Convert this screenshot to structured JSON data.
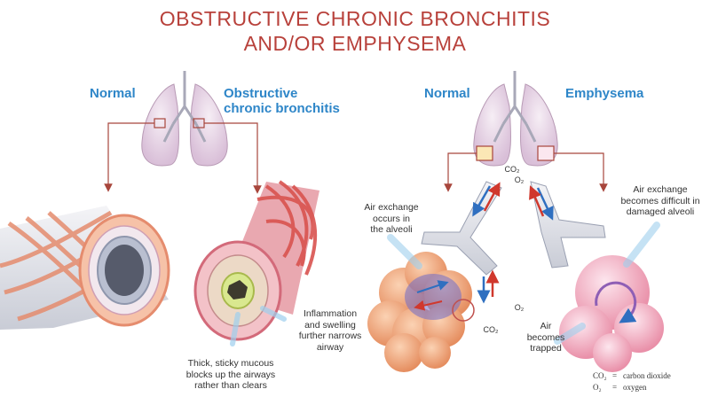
{
  "title": {
    "line1": "OBSTRUCTIVE CHRONIC BRONCHITIS",
    "line2": "AND/OR EMPHYSEMA"
  },
  "left_panel": {
    "normal_label": "Normal",
    "obstructive_label_line1": "Obstructive",
    "obstructive_label_line2": "chronic bronchitis",
    "mucous_note": [
      "Thick, sticky mucous",
      "blocks up the airways",
      "rather than clears"
    ],
    "inflammation_note": [
      "Inflammation",
      "and swelling",
      "further narrows",
      "airway"
    ]
  },
  "right_panel": {
    "normal_label": "Normal",
    "emphysema_label": "Emphysema",
    "exchange_normal_note": [
      "Air exchange",
      "occurs in",
      "the alveoli"
    ],
    "exchange_damaged_note": [
      "Air exchange",
      "becomes difficult in",
      "damaged alveoli"
    ],
    "trapped_note": [
      "Air",
      "becomes",
      "trapped"
    ],
    "gas_labels": {
      "co2": "CO₂",
      "o2": "O₂"
    }
  },
  "legend": {
    "co2_symbol": "CO₂",
    "co2_text": "carbon dioxide",
    "o2_symbol": "O₂",
    "o2_text": "oxygen",
    "equals": "="
  },
  "colors": {
    "title": "#b8413b",
    "label": "#2e86c8",
    "arrow": "#a8463c",
    "lung": "#e8d6e6",
    "muscle": "#e58c6e",
    "alveoli": "#f2b08a"
  }
}
